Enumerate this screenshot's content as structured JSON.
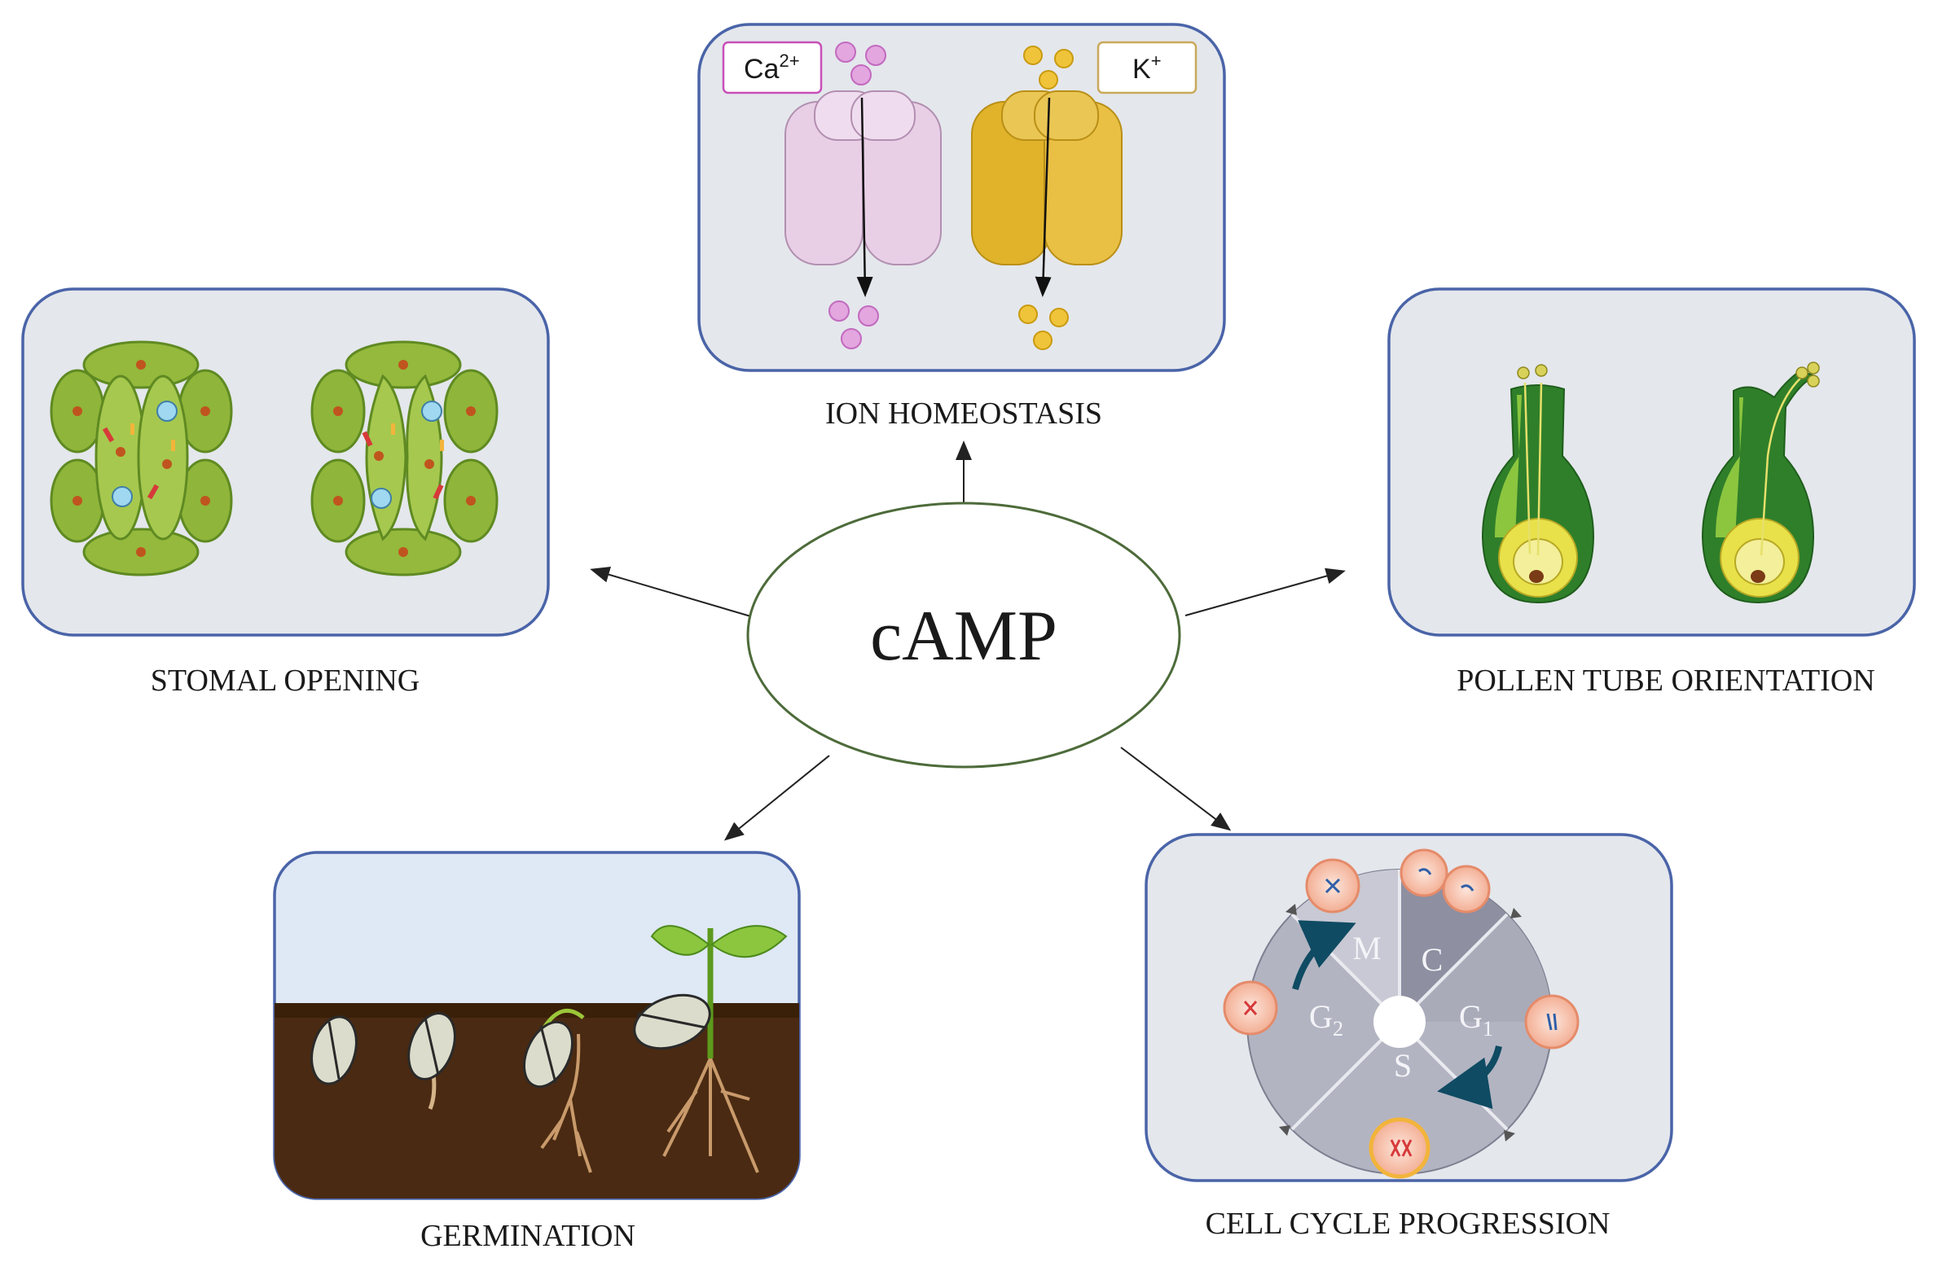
{
  "center": {
    "label": "cAMP"
  },
  "panels": {
    "ion": {
      "label": "ION HOMEOSTASIS",
      "ion_left": {
        "base": "Ca",
        "sup": "2+"
      },
      "ion_right": {
        "base": "K",
        "sup": "+"
      }
    },
    "stomal": {
      "label": "STOMAL OPENING"
    },
    "pollen": {
      "label": "POLLEN TUBE ORIENTATION"
    },
    "germination": {
      "label": "GERMINATION"
    },
    "cellcycle": {
      "label": "CELL CYCLE PROGRESSION",
      "phases": {
        "m": "M",
        "c": "C",
        "g1": "G",
        "g1_sub": "1",
        "s": "S",
        "g2": "G",
        "g2_sub": "2"
      }
    }
  },
  "colors": {
    "panel_bg": "#e4e7ec",
    "panel_border": "#4a64a8",
    "calcium": "#d98ad6",
    "potassium": "#e8b923",
    "leaf_green": "#8fb53a",
    "soil": "#4a2a12",
    "cycle_grey": "#a9abb9"
  }
}
